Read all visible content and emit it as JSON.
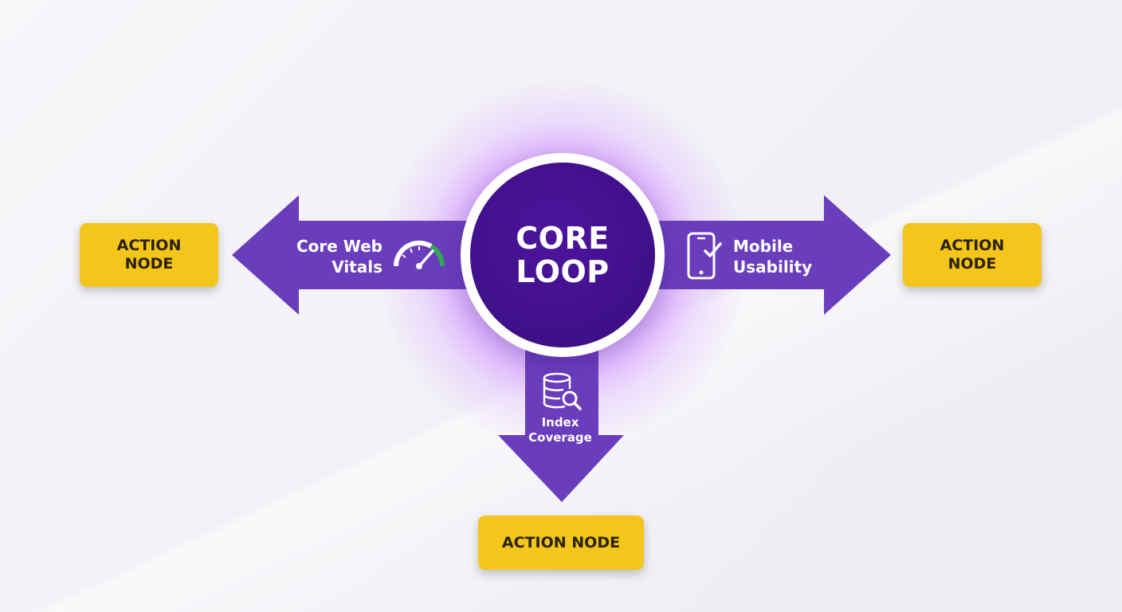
{
  "core": {
    "title": "CORE LOOP"
  },
  "branches": {
    "left": {
      "label": "Core Web Vitals",
      "icon": "speedometer-icon"
    },
    "right": {
      "label": "Mobile Usability",
      "icon": "mobile-check-icon"
    },
    "bottom": {
      "label": "Index Coverage",
      "icon": "database-search-icon"
    }
  },
  "nodes": {
    "left": {
      "label": "ACTION NODE"
    },
    "right": {
      "label": "ACTION NODE"
    },
    "bottom": {
      "label": "ACTION NODE"
    }
  },
  "colors": {
    "arrow": "#6a3dbd",
    "core": "#3f0f88",
    "halo": "#d49cff",
    "node": "#f4c51b",
    "gauge_accent": "#2fa84f"
  }
}
